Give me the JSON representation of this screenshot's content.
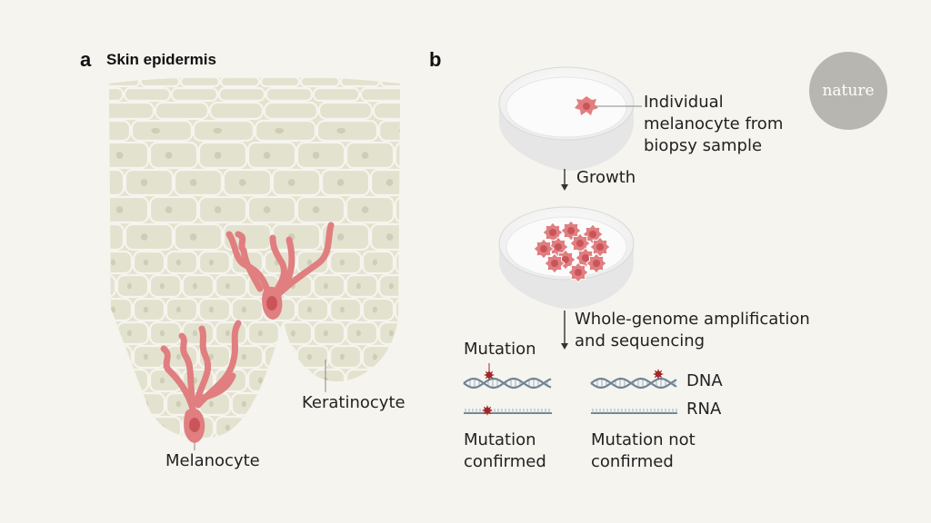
{
  "panel_a": {
    "letter": "a",
    "title": "Skin epidermis",
    "labels": {
      "keratinocyte": "Keratinocyte",
      "melanocyte": "Melanocyte"
    }
  },
  "panel_b": {
    "letter": "b",
    "dish1_label": [
      "Individual",
      "melanocyte from",
      "biopsy sample"
    ],
    "step1": "Growth",
    "step2": [
      "Whole-genome amplification",
      "and sequencing"
    ],
    "mutation_label": "Mutation",
    "dna_label": "DNA",
    "rna_label": "RNA",
    "result_confirmed": [
      "Mutation",
      "confirmed"
    ],
    "result_not_confirmed": [
      "Mutation not",
      "confirmed"
    ]
  },
  "logo": {
    "text": "nature"
  },
  "colors": {
    "background": "#f6f4ee",
    "cell_fill": "#e3e2cf",
    "cell_stroke": "#f6f4ee",
    "melanocyte": "#e07e80",
    "mutation": "#a3262a",
    "dna_strand": "#6f8596"
  }
}
